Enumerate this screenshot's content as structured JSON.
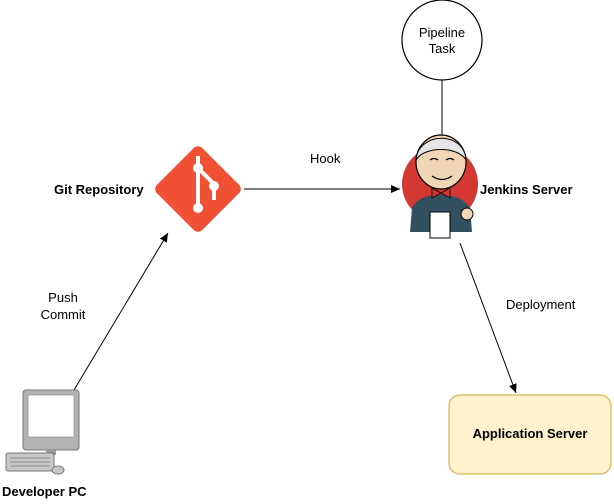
{
  "nodes": {
    "pipeline_task": {
      "label_line1": "Pipeline",
      "label_line2": "Task"
    },
    "git_repository": {
      "label": "Git Repository",
      "icon": "git-logo-icon"
    },
    "jenkins_server": {
      "label": "Jenkins Server",
      "icon": "jenkins-butler-icon"
    },
    "application_server": {
      "label": "Application Server"
    },
    "developer_pc": {
      "label": "Developer PC",
      "icon": "desktop-computer-icon"
    }
  },
  "edges": {
    "hook": {
      "label": "Hook"
    },
    "push_commit": {
      "label_line1": "Push",
      "label_line2": "Commit"
    },
    "deployment": {
      "label": "Deployment"
    }
  },
  "colors": {
    "git_orange": "#f05033",
    "jenkins_red": "#d33833",
    "app_server_fill": "#fff2cc",
    "app_server_stroke": "#d6b656"
  }
}
